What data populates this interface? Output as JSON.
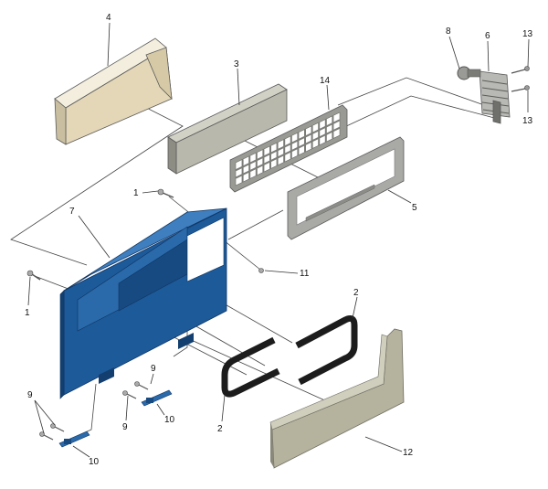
{
  "colors": {
    "background": "#ffffff",
    "panel_blue": "#1d5a99",
    "panel_blue_dark": "#123f70",
    "panel_blue_light": "#3f7fc0",
    "cream": "#efe9d6",
    "cream_shadow": "#c9bfa0",
    "grey_panel": "#bdbcb0",
    "grey_panel_dark": "#8e8d84",
    "olive_panel": "#bbb9a4",
    "olive_panel_dark": "#8a887a",
    "gasket": "#222222"
  },
  "callouts": {
    "c1": "1",
    "c2": "2",
    "c3": "3",
    "c4": "4",
    "c5": "5",
    "c6": "6",
    "c7": "7",
    "c8": "8",
    "c9": "9",
    "c10": "10",
    "c11": "11",
    "c12": "12",
    "c13": "13",
    "c14": "14"
  }
}
